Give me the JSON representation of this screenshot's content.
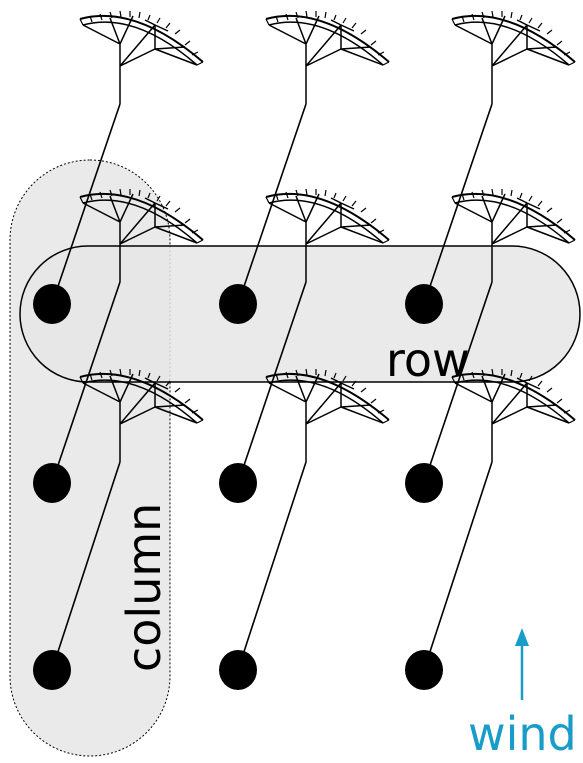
{
  "labels": {
    "row": "row",
    "column": "column",
    "wind": "wind"
  },
  "grid": {
    "columns": 3,
    "rows": 3
  },
  "colors": {
    "highlight_fill": "#e6e6e6",
    "stroke": "#000000",
    "ground_station": "#000000",
    "wind": "#1a9cc8"
  },
  "icons": {
    "kite": "kite-canopy-icon",
    "ground_station": "ground-station-icon",
    "wind": "wind-arrow-icon"
  }
}
